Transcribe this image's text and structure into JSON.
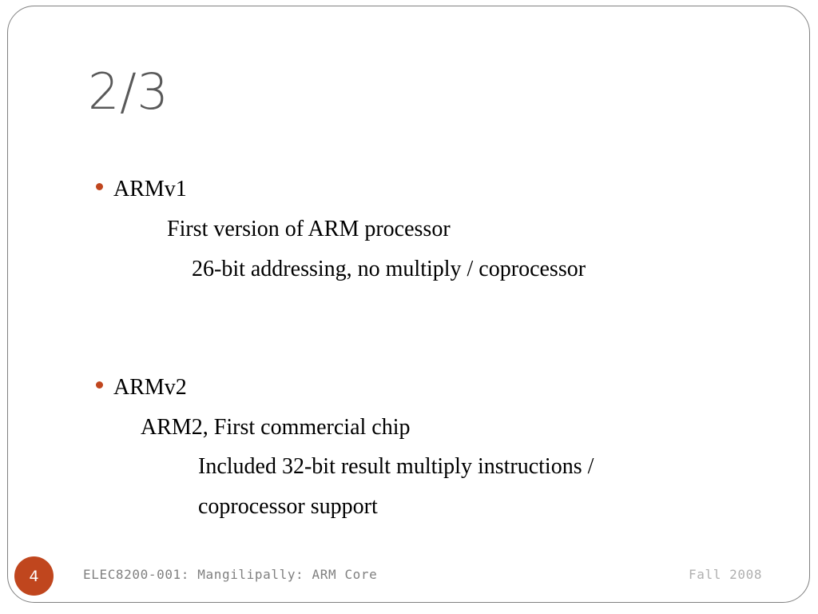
{
  "slide": {
    "title": "2/3",
    "accent_color": "#C0461E",
    "title_color": "#595959",
    "border_color": "#808080",
    "background_color": "#FFFFFF"
  },
  "body": {
    "groups": [
      {
        "bullet_label": "ARMv1",
        "lines": [
          "First version of ARM processor",
          "26-bit addressing, no multiply / coprocessor"
        ]
      },
      {
        "bullet_label": "ARMv2",
        "lines": [
          "ARM2, First commercial chip",
          "Included 32-bit result multiply instructions /",
          "coprocessor support"
        ]
      }
    ]
  },
  "footer": {
    "page_number": "4",
    "left_text": "ELEC8200-001: Mangilipally: ARM Core",
    "right_text": "Fall 2008"
  }
}
